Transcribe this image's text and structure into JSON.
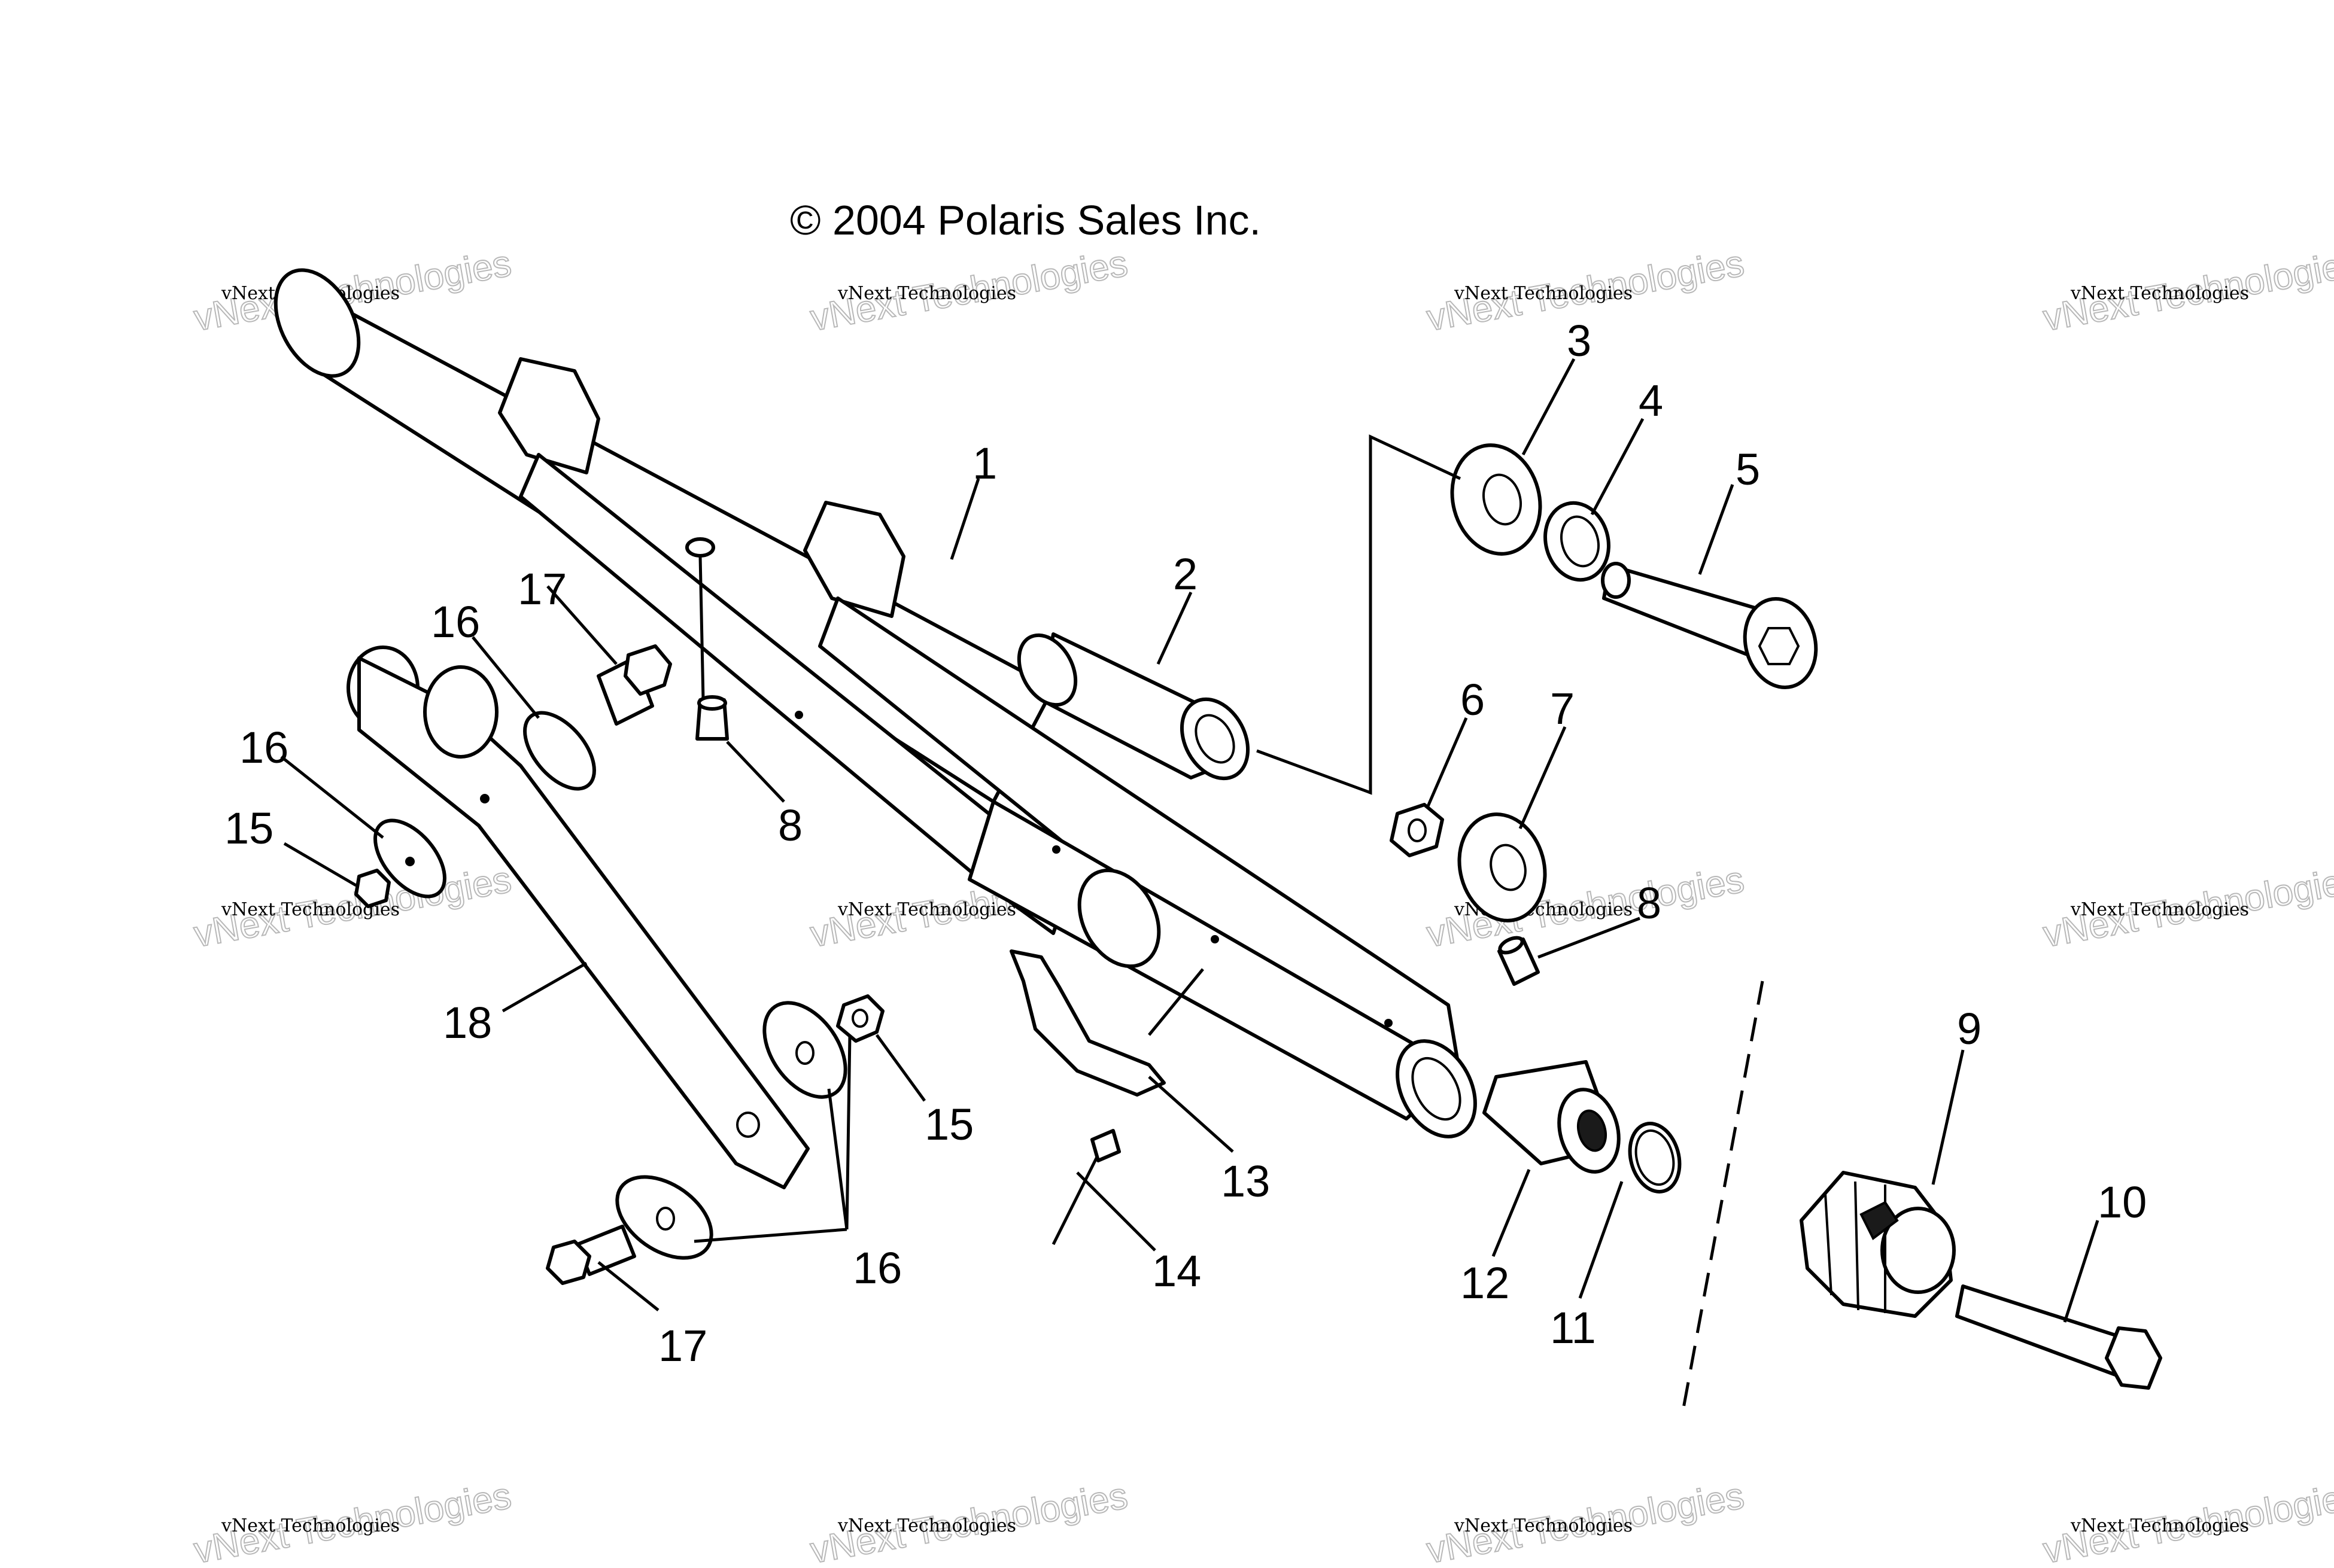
{
  "copyright": "© 2004 Polaris Sales Inc.",
  "watermark": {
    "line1": "vNext Technologies",
    "line2": "vNext\nTechnologies"
  },
  "callouts": {
    "p1": "1",
    "p2": "2",
    "p3": "3",
    "p4": "4",
    "p5": "5",
    "p6": "6",
    "p7": "7",
    "p8a": "8",
    "p8b": "8",
    "p9": "9",
    "p10": "10",
    "p11": "11",
    "p12": "12",
    "p13": "13",
    "p14": "14",
    "p15a": "15",
    "p15b": "15",
    "p16a": "16",
    "p16b": "16",
    "p16c": "16",
    "p17a": "17",
    "p17b": "17",
    "p18": "18"
  }
}
